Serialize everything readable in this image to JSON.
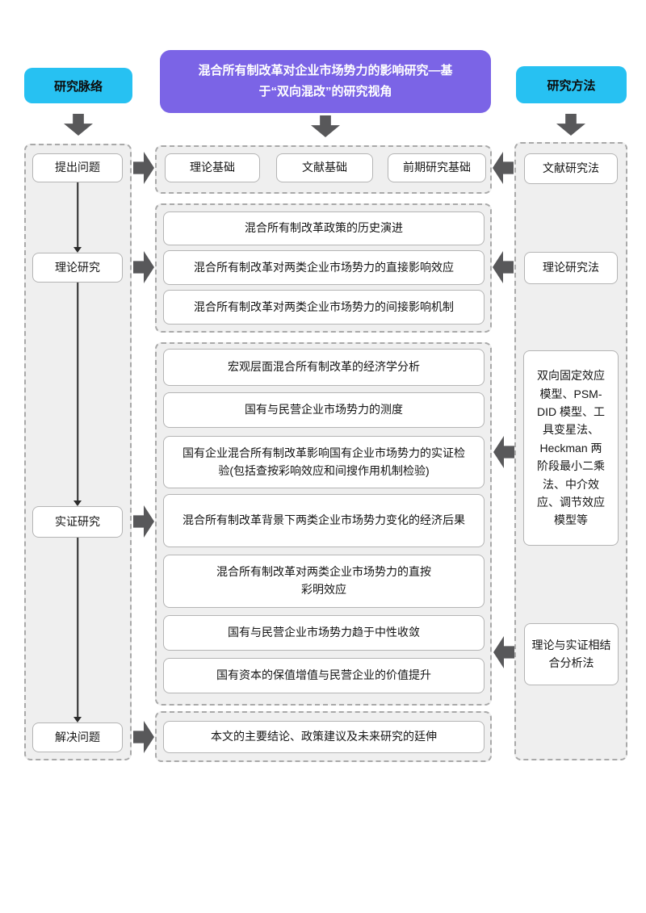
{
  "header": {
    "left_tab": "研究脉络",
    "title": "混合所有制改革对企业市场势力的影响研究—基\n于“双向混改”的研究视角",
    "right_tab": "研究方法"
  },
  "stages": {
    "s1": "提出问题",
    "s2": "理论研究",
    "s3": "实证研究",
    "s4": "解决问题"
  },
  "groups": {
    "g1": {
      "b1": "理论基础",
      "b2": "文献基础",
      "b3": "前期研究基础"
    },
    "g2": {
      "b1": "混合所有制改革政策的历史演进",
      "b2": "混合所有制改革对两类企业市场势力的直接影响效应",
      "b3": "混合所有制改革对两类企业市场势力的间接影响机制"
    },
    "g3": {
      "b1": "宏观层面混合所有制改革的经济学分析",
      "b2": "国有与民营企业市场势力的测度",
      "b3": "国有企业混合所有制改革影响国有企业市场势力的实证检\n验(包括查按彩响效应和间搜作用机制检验)",
      "b4": "混合所有制改革背景下两类企业市场势力变化的经济后果",
      "b5": "混合所有制改革对两类企业市场势力的直按\n彩明效应",
      "b6": "国有与民营企业市场势力趋于中性收敛",
      "b7": "国有资本的保值增值与民营企业的价值提升"
    },
    "g4": {
      "b1": "本文的主要结论、政策建议及未来研究的廷伸"
    }
  },
  "methods": {
    "m1": "文献研究法",
    "m2": "理论研究法",
    "m3": "双向固定效应\n模型、PSM-\nDID 模型、工\n具变星法、\nHeckman 两\n阶段最小二乘\n法、中介效\n应、调节效应\n模型等",
    "m4": "理论与实证相结\n合分析法"
  },
  "colors": {
    "cyan": "#27C1F2",
    "purple": "#7B64E6",
    "arrow_gray": "#58585A",
    "group_bg": "#EFEFEF",
    "dash_border": "#A9A9A9",
    "box_border": "#B4B4B4"
  }
}
